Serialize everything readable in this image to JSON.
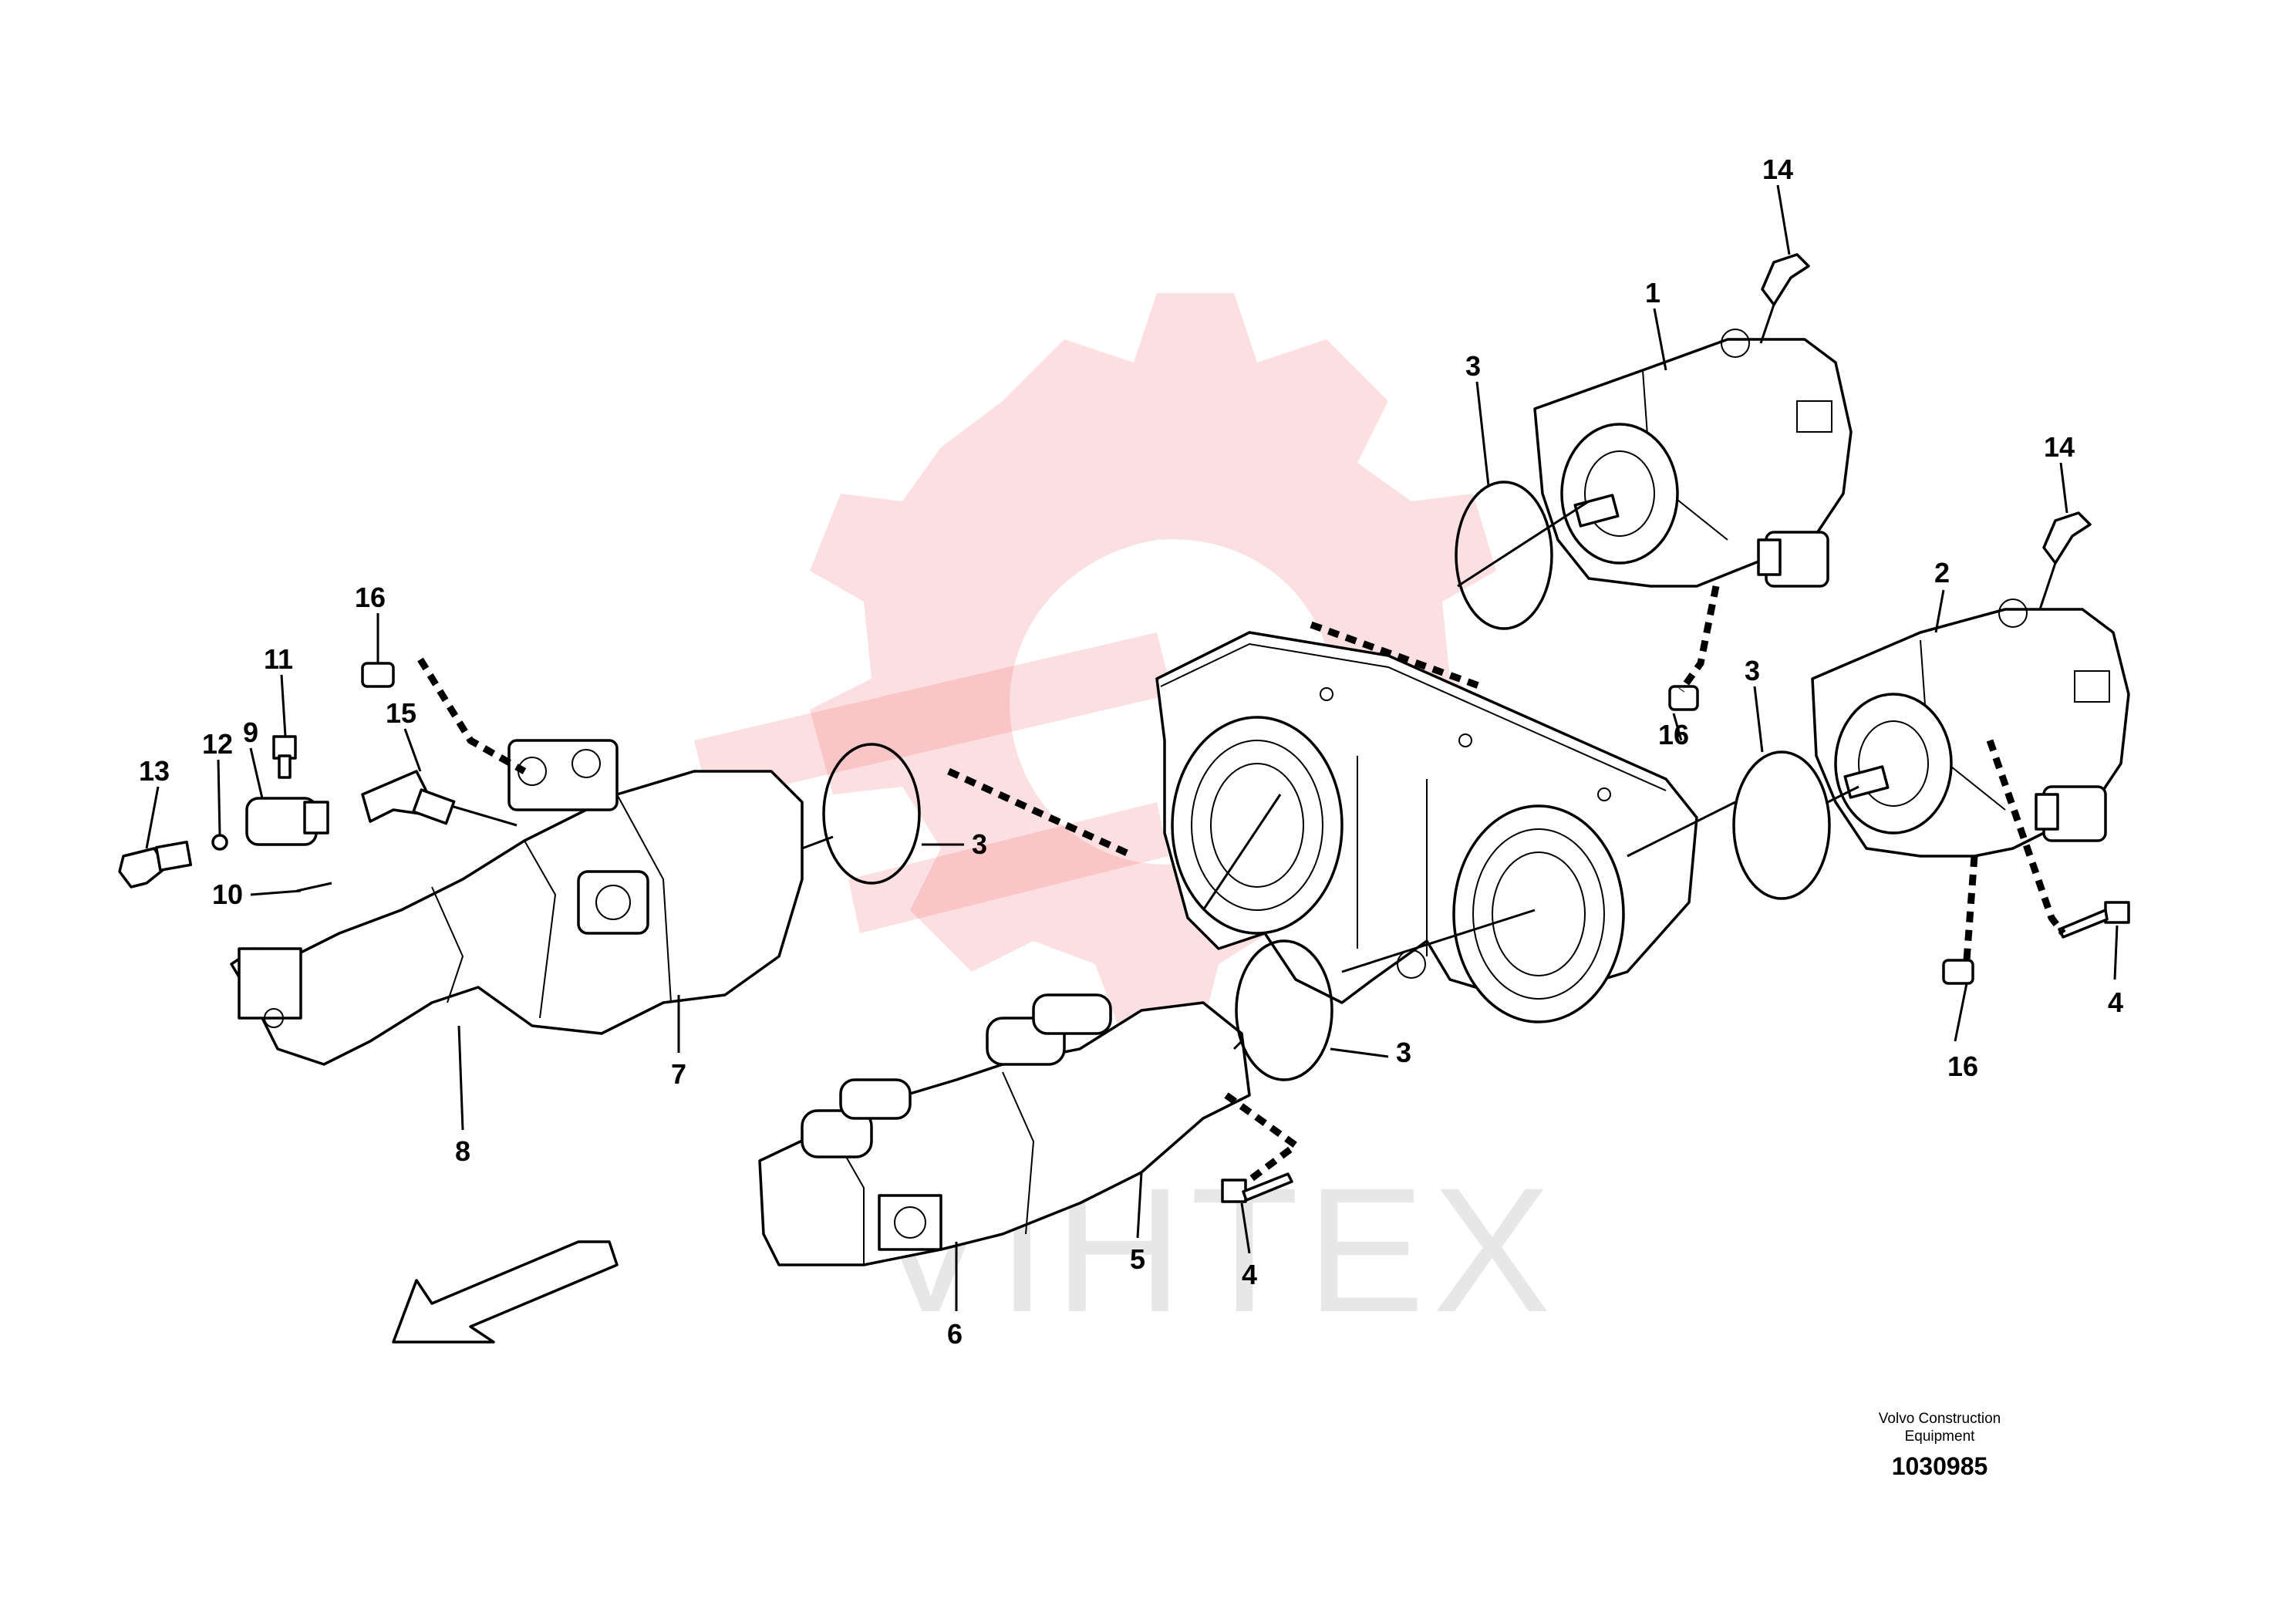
{
  "callouts": {
    "c14a": "14",
    "c1": "1",
    "c3a": "3",
    "c14b": "14",
    "c2": "2",
    "c3b": "3",
    "c16a": "16",
    "c16b": "16",
    "c11": "11",
    "c9": "9",
    "c12": "12",
    "c13": "13",
    "c15": "15",
    "c10": "10",
    "c3c": "3",
    "c7": "7",
    "c8": "8",
    "c3d": "3",
    "c16c": "16",
    "c4a": "4",
    "c5": "5",
    "c4b": "4",
    "c6": "6"
  },
  "watermark": {
    "text": "VIHTEX",
    "color": "#e8101a"
  },
  "footer": {
    "credit_line1": "Volvo Construction",
    "credit_line2": "Equipment",
    "doc_number": "1030985"
  }
}
